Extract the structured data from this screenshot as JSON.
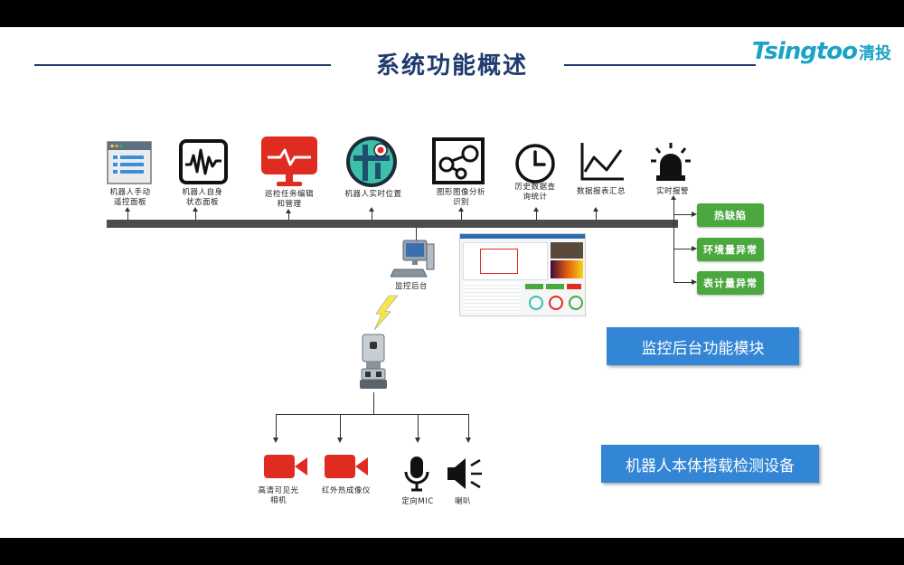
{
  "slide": {
    "title": "系统功能概述",
    "logo_en": "Tsingtoo",
    "logo_cn": "清投"
  },
  "functions": [
    {
      "label_l1": "机器人手动",
      "label_l2": "遥控面板",
      "icon": "window-panel-icon"
    },
    {
      "label_l1": "机器人自身",
      "label_l2": "状态面板",
      "icon": "waveform-monitor-icon"
    },
    {
      "label_l1": "巡检任务编辑",
      "label_l2": "和管理",
      "icon": "heartbeat-monitor-icon"
    },
    {
      "label_l1": "机器人实时位置",
      "label_l2": "",
      "icon": "map-location-icon"
    },
    {
      "label_l1": "图形图像分析",
      "label_l2": "识别",
      "icon": "image-analysis-icon"
    },
    {
      "label_l1": "历史数据查",
      "label_l2": "询统计",
      "icon": "clock-icon"
    },
    {
      "label_l1": "数据报表汇总",
      "label_l2": "",
      "icon": "line-chart-icon"
    },
    {
      "label_l1": "实时报警",
      "label_l2": "",
      "icon": "alarm-light-icon"
    }
  ],
  "alarms": [
    "热缺陷",
    "环境量异常",
    "表计量异常"
  ],
  "backend": {
    "label": "监控后台",
    "icon": "computer-icon"
  },
  "boxes": {
    "backend_module": "监控后台功能模块",
    "robot_devices": "机器人本体搭载检测设备"
  },
  "devices": [
    {
      "label_l1": "高清可见光",
      "label_l2": "相机",
      "icon": "video-camera-icon"
    },
    {
      "label_l1": "红外热成像仪",
      "label_l2": "",
      "icon": "thermal-camera-icon"
    },
    {
      "label_l1": "定向MIC",
      "label_l2": "",
      "icon": "microphone-icon"
    },
    {
      "label_l1": "喇叭",
      "label_l2": "",
      "icon": "speaker-icon"
    }
  ],
  "colors": {
    "title": "#1f3a6e",
    "logo": "#1aa3c7",
    "bus": "#4c4c4c",
    "alarm_button": "#4aa83f",
    "box": "#3385d6",
    "device_red": "#e02b20"
  }
}
